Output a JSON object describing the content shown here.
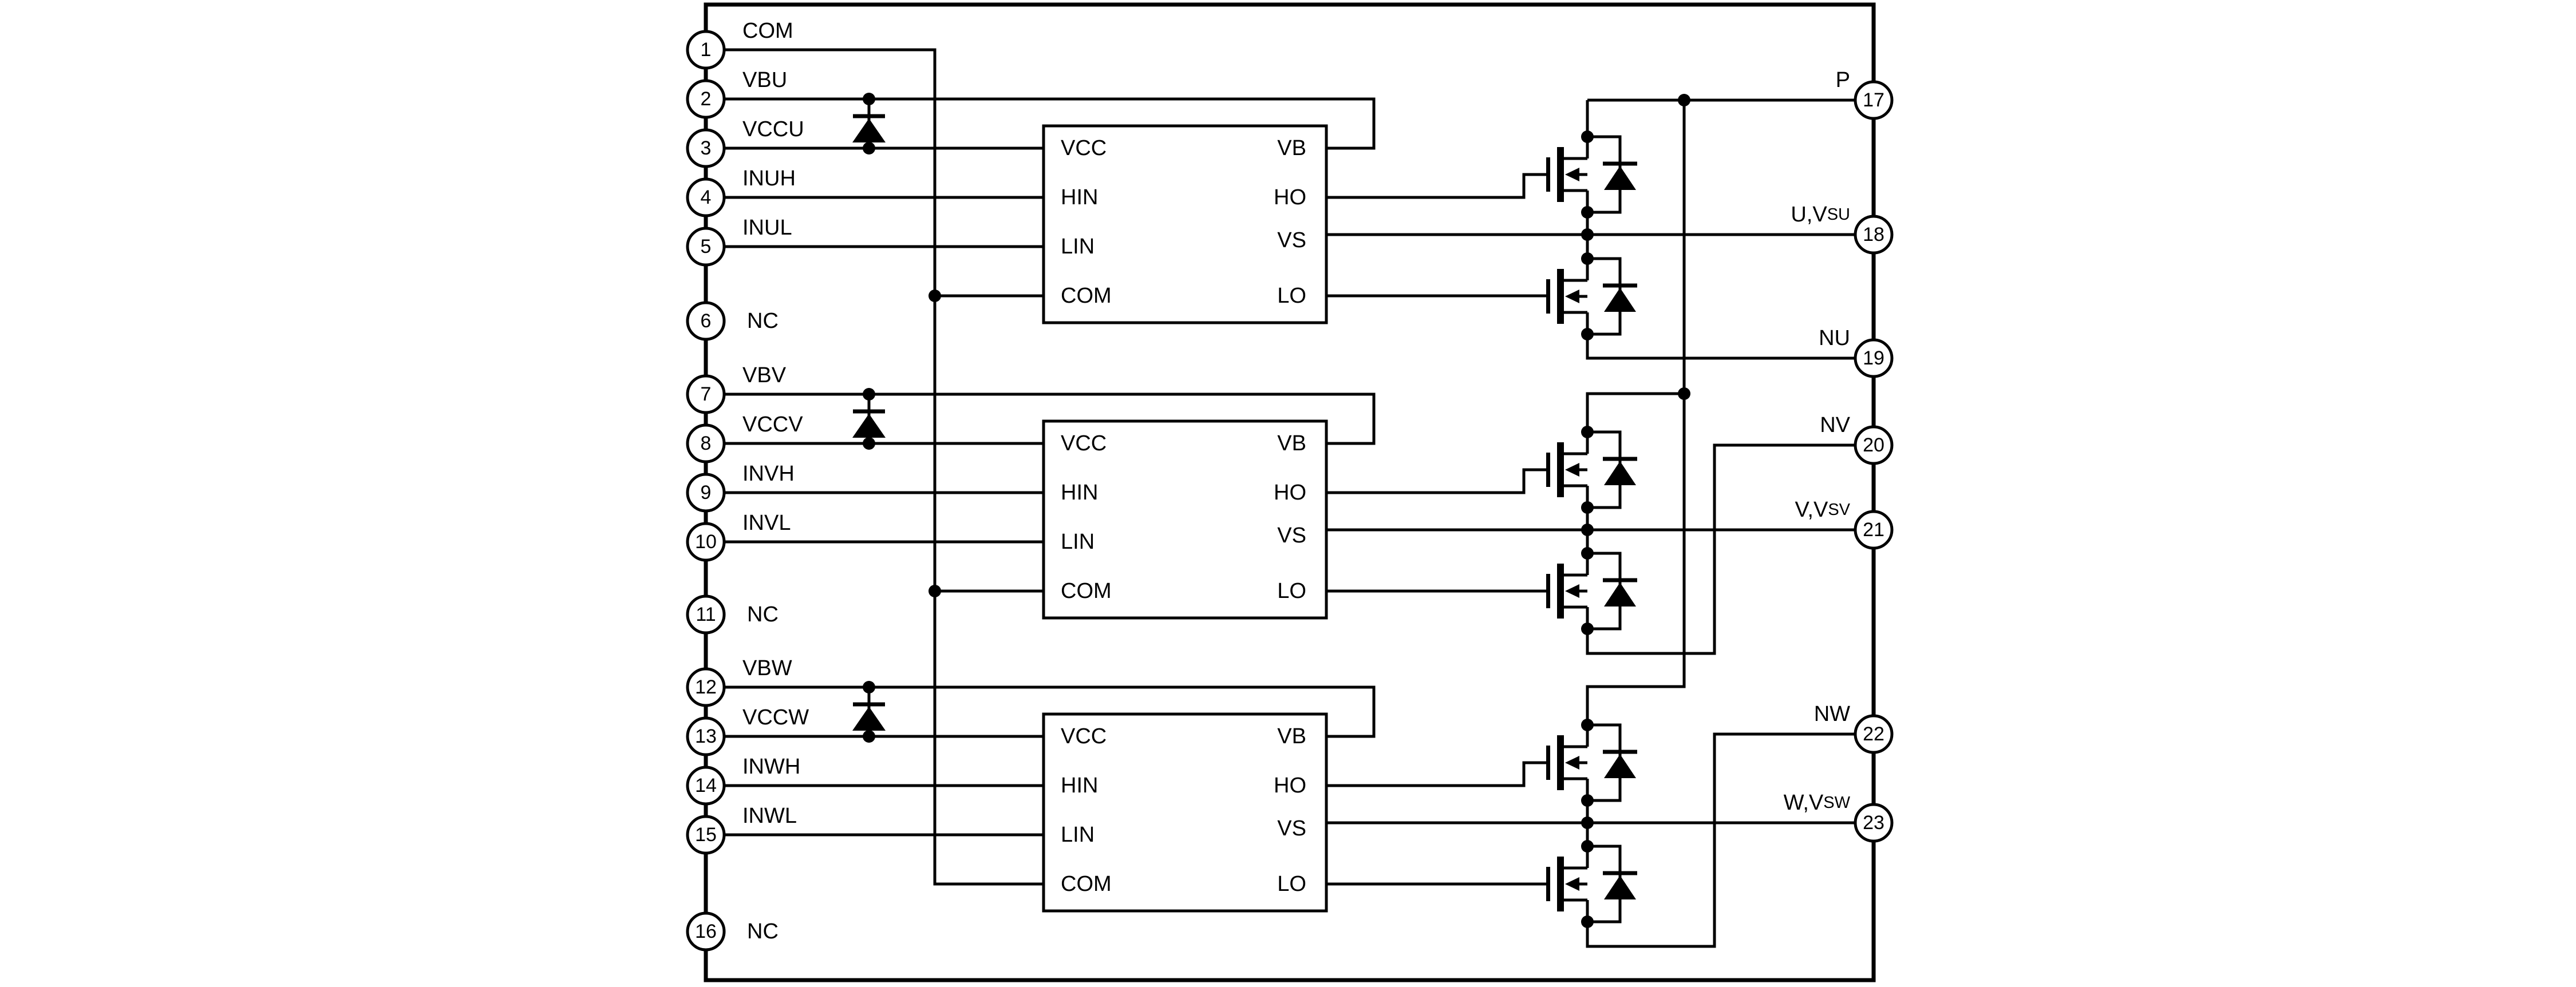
{
  "left_pins": [
    {
      "number": "1",
      "label": "COM"
    },
    {
      "number": "2",
      "label": "VBU"
    },
    {
      "number": "3",
      "label": "VCCU"
    },
    {
      "number": "4",
      "label": "INUH"
    },
    {
      "number": "5",
      "label": "INUL"
    },
    {
      "number": "6",
      "label": "NC"
    },
    {
      "number": "7",
      "label": "VBV"
    },
    {
      "number": "8",
      "label": "VCCV"
    },
    {
      "number": "9",
      "label": "INVH"
    },
    {
      "number": "10",
      "label": "INVL"
    },
    {
      "number": "11",
      "label": "NC"
    },
    {
      "number": "12",
      "label": "VBW"
    },
    {
      "number": "13",
      "label": "VCCW"
    },
    {
      "number": "14",
      "label": "INWH"
    },
    {
      "number": "15",
      "label": "INWL"
    },
    {
      "number": "16",
      "label": "NC"
    }
  ],
  "right_pins": [
    {
      "number": "17",
      "label_main": "P",
      "label_sub": ""
    },
    {
      "number": "18",
      "label_main": "U,V",
      "label_sub": "SU"
    },
    {
      "number": "19",
      "label_main": "NU",
      "label_sub": ""
    },
    {
      "number": "20",
      "label_main": "NV",
      "label_sub": ""
    },
    {
      "number": "21",
      "label_main": "V,V",
      "label_sub": "SV"
    },
    {
      "number": "22",
      "label_main": "NW",
      "label_sub": ""
    },
    {
      "number": "23",
      "label_main": "W,V",
      "label_sub": "SW"
    }
  ],
  "driver_blocks": [
    {
      "left_labels": [
        "VCC",
        "HIN",
        "LIN",
        "COM"
      ],
      "right_labels": [
        "VB",
        "HO",
        "VS",
        "LO"
      ]
    },
    {
      "left_labels": [
        "VCC",
        "HIN",
        "LIN",
        "COM"
      ],
      "right_labels": [
        "VB",
        "HO",
        "VS",
        "LO"
      ]
    },
    {
      "left_labels": [
        "VCC",
        "HIN",
        "LIN",
        "COM"
      ],
      "right_labels": [
        "VB",
        "HO",
        "VS",
        "LO"
      ]
    }
  ],
  "colors": {
    "line": "#000000",
    "background": "#ffffff"
  }
}
